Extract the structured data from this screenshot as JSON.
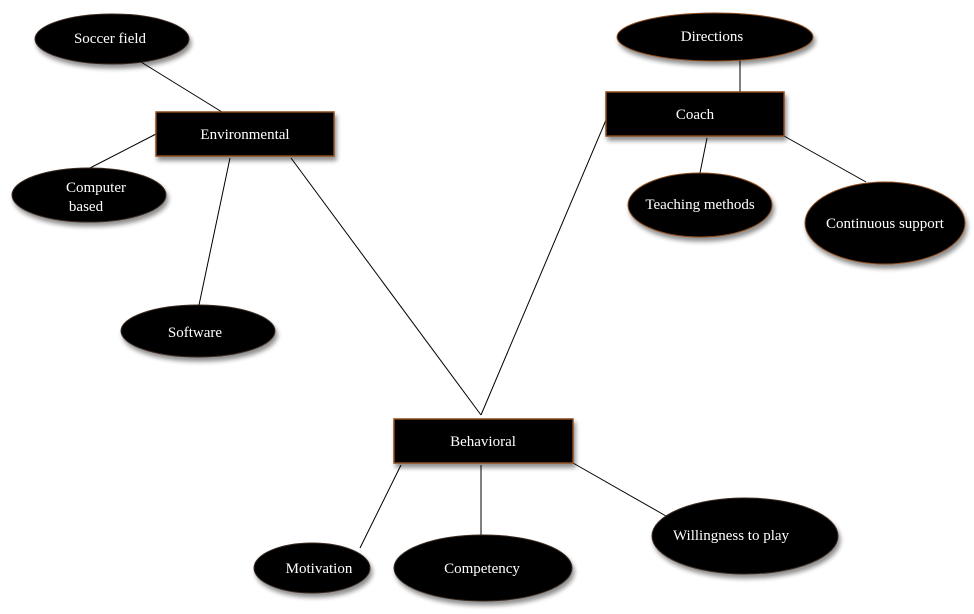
{
  "colors": {
    "node_fill": "#000000",
    "node_border": "#8a4b1f",
    "text": "#ffffff",
    "edge": "#000000",
    "background": "#ffffff"
  },
  "nodes": {
    "environmental": {
      "label": "Environmental",
      "shape": "rectangle"
    },
    "coach": {
      "label": "Coach",
      "shape": "rectangle"
    },
    "behavioral": {
      "label": "Behavioral",
      "shape": "rectangle"
    },
    "soccer_field": {
      "label": "Soccer field",
      "shape": "ellipse"
    },
    "computer_based_line1": {
      "label": "Computer"
    },
    "computer_based_line2": {
      "label": "based"
    },
    "software": {
      "label": "Software",
      "shape": "ellipse"
    },
    "directions": {
      "label": "Directions",
      "shape": "ellipse"
    },
    "teaching_methods": {
      "label": "Teaching methods",
      "shape": "ellipse"
    },
    "continuous_support": {
      "label": "Continuous support",
      "shape": "ellipse"
    },
    "motivation": {
      "label": "Motivation",
      "shape": "ellipse"
    },
    "competency": {
      "label": "Competency",
      "shape": "ellipse"
    },
    "willingness": {
      "label": "Willingness to play",
      "shape": "ellipse"
    }
  },
  "edges": [
    {
      "from": "Soccer field",
      "to": "Environmental"
    },
    {
      "from": "Computer based",
      "to": "Environmental"
    },
    {
      "from": "Software",
      "to": "Environmental"
    },
    {
      "from": "Environmental",
      "to": "Behavioral"
    },
    {
      "from": "Coach",
      "to": "Behavioral"
    },
    {
      "from": "Directions",
      "to": "Coach"
    },
    {
      "from": "Teaching methods",
      "to": "Coach"
    },
    {
      "from": "Continuous support",
      "to": "Coach"
    },
    {
      "from": "Motivation",
      "to": "Behavioral"
    },
    {
      "from": "Competency",
      "to": "Behavioral"
    },
    {
      "from": "Willingness to play",
      "to": "Behavioral"
    }
  ]
}
